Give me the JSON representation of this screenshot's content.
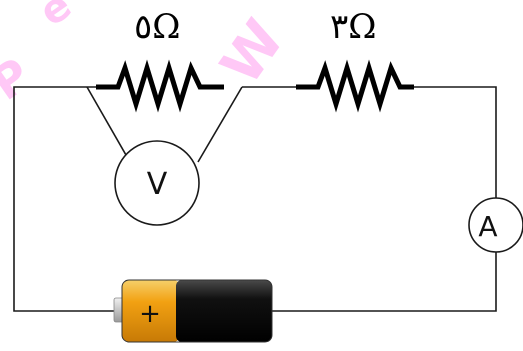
{
  "resistor_left": {
    "label": "٥Ω",
    "ohms": 5
  },
  "resistor_right": {
    "label": "٣Ω",
    "ohms": 3
  },
  "voltmeter": {
    "label": "V"
  },
  "ammeter": {
    "label": "A"
  },
  "battery": {
    "terminal_label": "+"
  },
  "colors": {
    "wire": "#1a1a1a",
    "battery_orange": "#f2a112",
    "battery_black": "#0a0a0a",
    "watermark": "#ff9cf0"
  }
}
